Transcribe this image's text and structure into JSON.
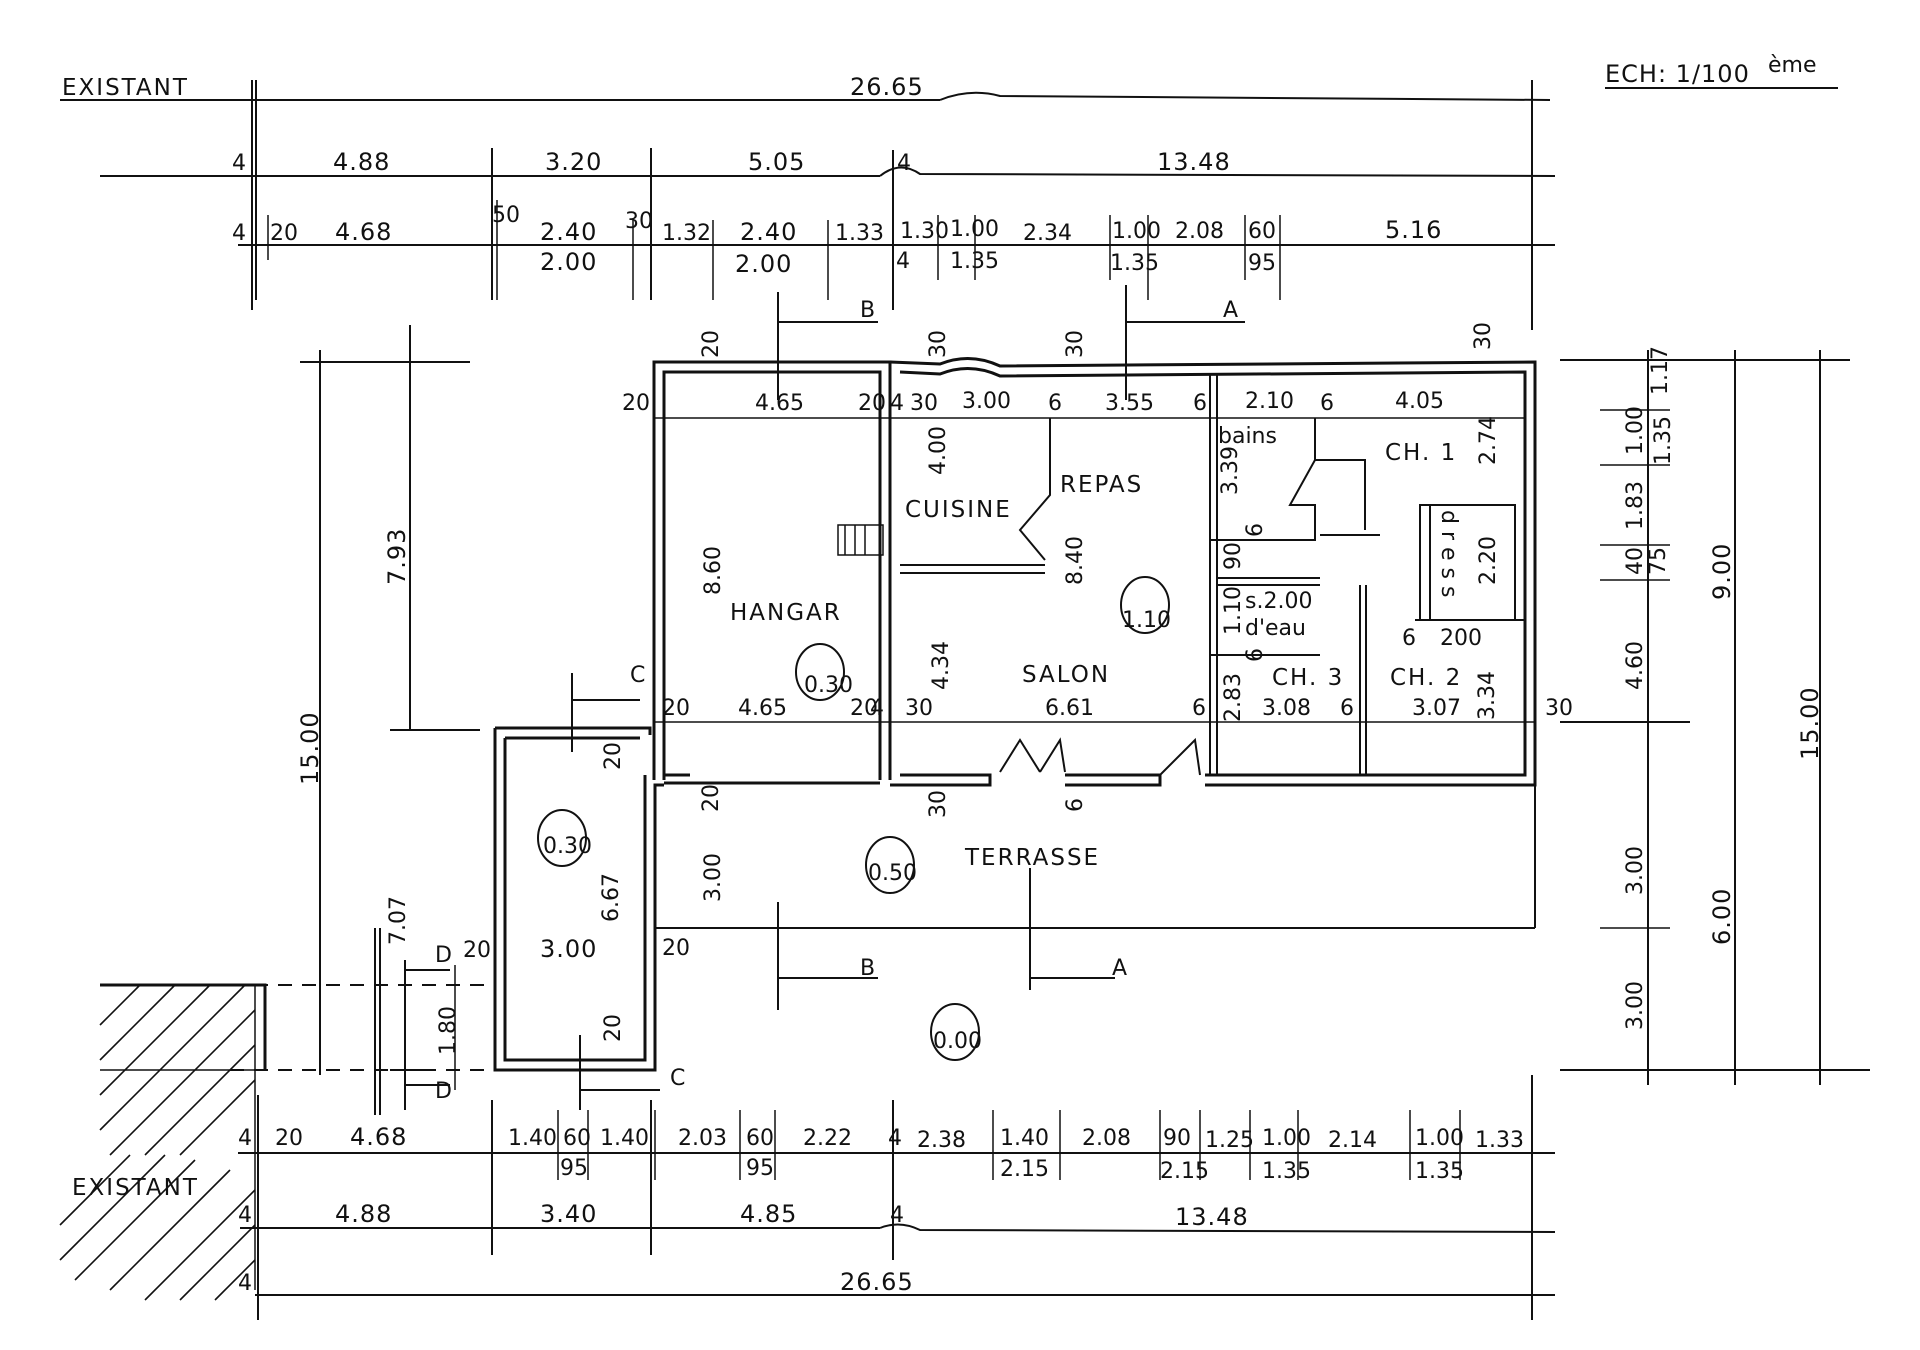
{
  "scale_label": "ECH: 1/100",
  "scale_suffix": "ème",
  "existant_labels": [
    "EXISTANT",
    "EXISTANT"
  ],
  "rooms": {
    "hangar": "HANGAR",
    "cuisine": "CUISINE",
    "repas": "REPAS",
    "salon": "SALON",
    "bains": "bains",
    "salle_eau_1": "s.2.00",
    "salle_eau_2": "d'eau",
    "ch1": "CH. 1",
    "ch2": "CH. 2",
    "ch3": "CH. 3",
    "dressing": "d r e s s",
    "terrasse": "TERRASSE"
  },
  "levels": {
    "hangar": "0.30",
    "repas": "1.10",
    "annexe": "0.30",
    "terrasse": "0.50",
    "exterieur": "0.00"
  },
  "sections": [
    "A",
    "B",
    "C",
    "D"
  ],
  "top_dims": {
    "overall": "26.65",
    "row2": [
      "4",
      "4.88",
      "3.20",
      "5.05",
      "4",
      "13.48"
    ],
    "row3": [
      "4",
      "20",
      "4.68",
      "50",
      "2.40",
      "30",
      "1.32",
      "2.40",
      "1.33",
      "1.30",
      "1.00",
      "2.34",
      "1.00",
      "2.08",
      "60",
      "5.16"
    ],
    "row3_sub": [
      "2.00",
      "2.00",
      "4",
      "1.35",
      "1.35",
      "95"
    ]
  },
  "bottom_dims": {
    "row1": [
      "4",
      "20",
      "4.68",
      "1.40",
      "60",
      "1.40",
      "2.03",
      "60",
      "2.22",
      "4",
      "2.38",
      "1.40",
      "2.08",
      "90",
      "1.25",
      "1.00",
      "2.14",
      "1.00",
      "1.33"
    ],
    "row1_sub": [
      "95",
      "95",
      "2.15",
      "2.15",
      "1.35",
      "1.35"
    ],
    "row2": [
      "4",
      "4.88",
      "3.40",
      "4.85",
      "4",
      "13.48"
    ],
    "overall": [
      "4",
      "26.65"
    ]
  },
  "left_dims": [
    "7.93",
    "15.00",
    "7.07",
    "1.80",
    "D",
    "D"
  ],
  "right_dims": [
    "1.17",
    "1.00",
    "1.35",
    "1.83",
    "40",
    "75",
    "4.60",
    "9.00",
    "15.00",
    "3.00",
    "6.00",
    "3.00"
  ],
  "interior_dims": [
    "20",
    "4.65",
    "20",
    "4",
    "30",
    "3.00",
    "6",
    "3.55",
    "6",
    "2.10",
    "6",
    "4.05",
    "4.00",
    "8.60",
    "8.40",
    "4.34",
    "3.39",
    "2.74",
    "6",
    "90",
    "1.10",
    "6",
    "2.20",
    "200",
    "6",
    "2.83",
    "3.08",
    "3.07",
    "3.34",
    "6",
    "6.61",
    "6",
    "20",
    "4.65",
    "20",
    "4",
    "30",
    "30",
    "20",
    "30",
    "30",
    "30",
    "30",
    "6.67",
    "3.00",
    "20",
    "3.00",
    "20",
    "20",
    "20",
    "20",
    "6"
  ]
}
